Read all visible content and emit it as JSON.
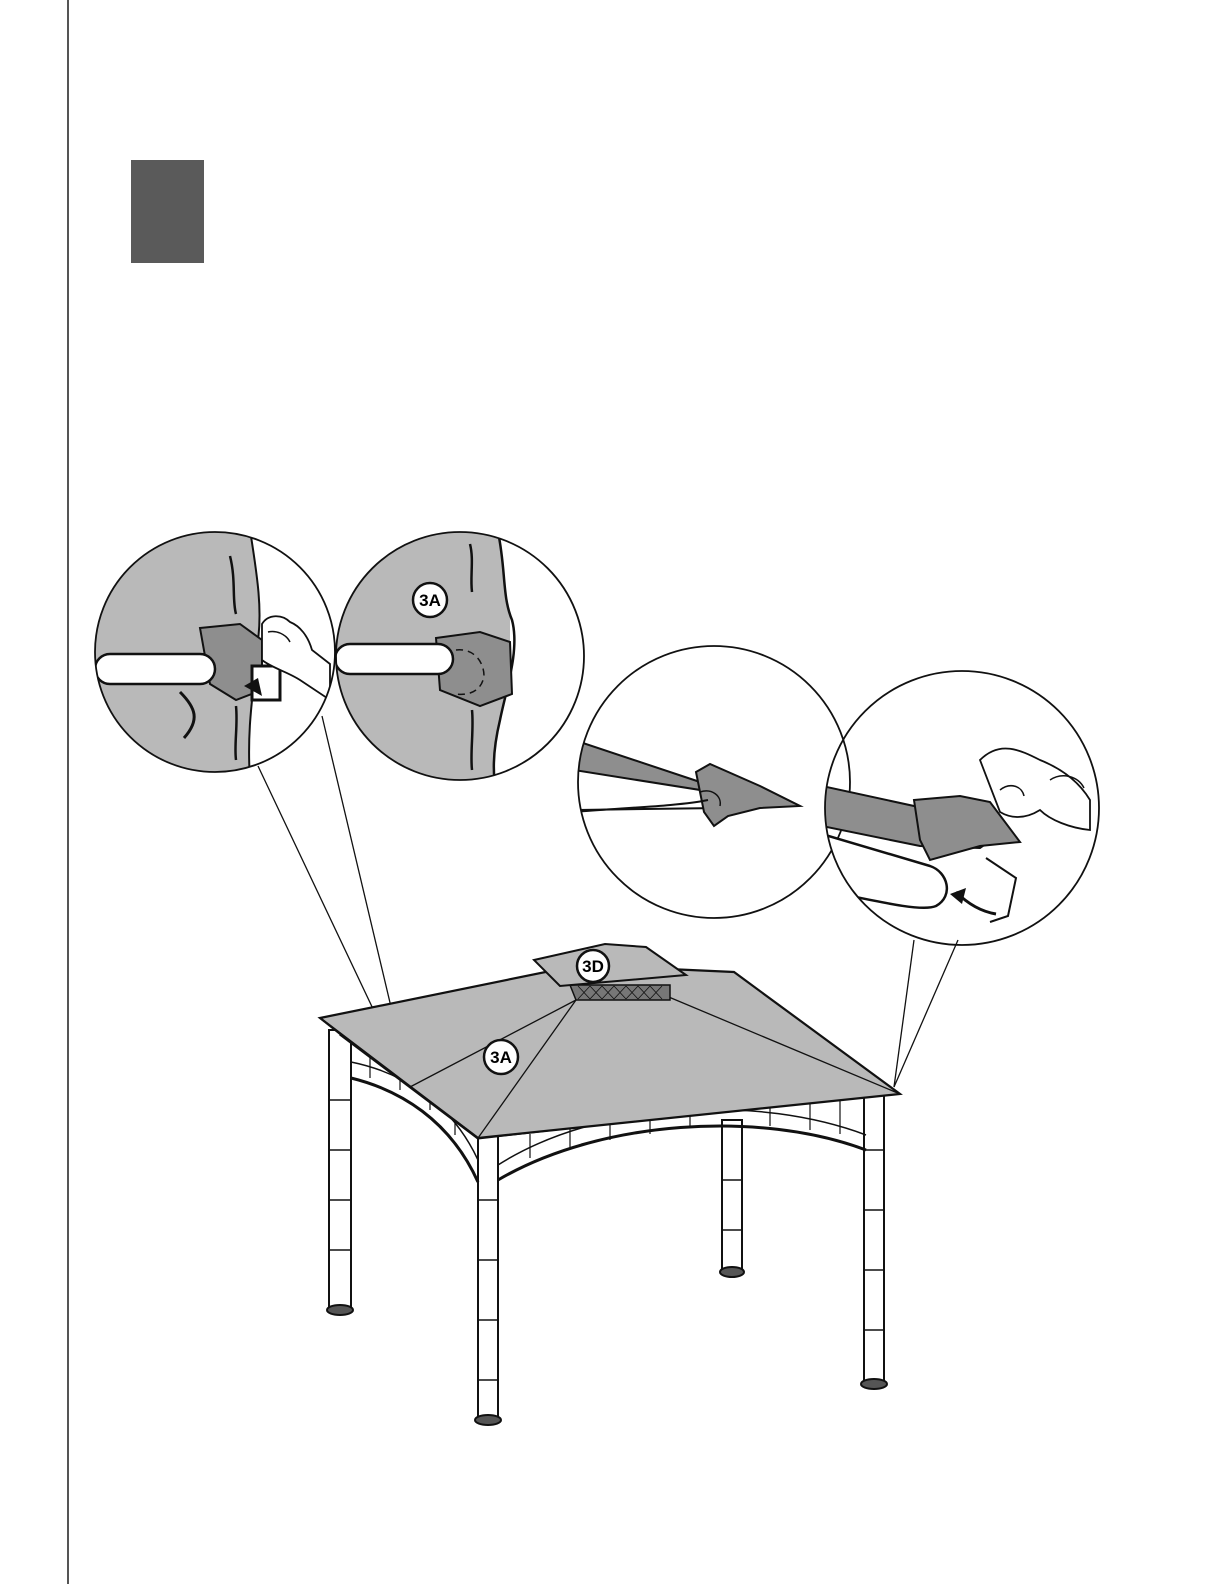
{
  "page": {
    "step_marker": {
      "color": "#5a5a5a"
    },
    "colors": {
      "fabric": "#b9b9b9",
      "fabric_dark": "#8e8e8e",
      "line": "#111111",
      "frame": "#ffffff"
    }
  },
  "labels": {
    "detail_1_part": "3A",
    "canopy_part": "3A",
    "vent_part": "3D"
  }
}
